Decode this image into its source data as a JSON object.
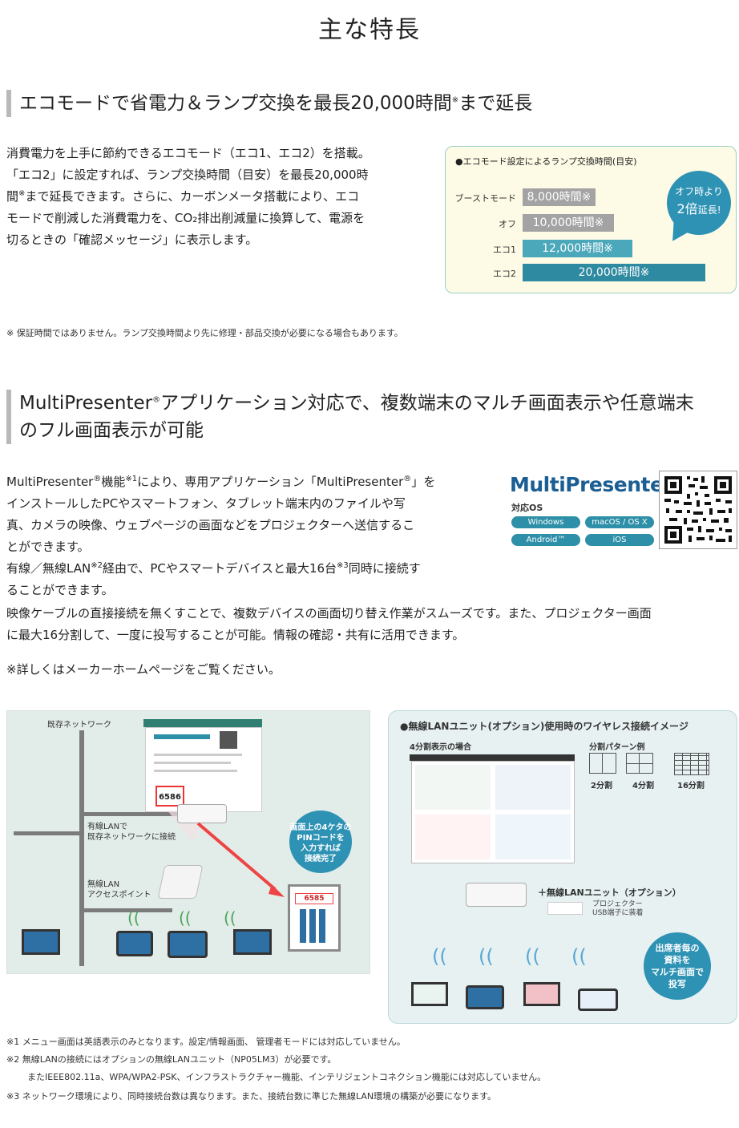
{
  "page_title": "主な特長",
  "section1": {
    "heading": "エコモードで省電力＆ランプ交換を最長20,000時間",
    "heading_mark": "※",
    "heading_tail": "まで延長",
    "para_line1": "消費電力を上手に節約できるエコモード（エコ1、エコ2）を搭載。",
    "para_line2": "「エコ2」に設定すれば、ランプ交換時間（目安）を最長20,000時",
    "para_line3a": "間",
    "para_line3_mark": "※",
    "para_line3b": "まで延長できます。さらに、カーボンメータ搭載により、エコ",
    "para_line4": "モードで削減した消費電力を、CO₂排出削減量に換算して、電源を",
    "para_line5": "切るときの「確認メッセージ」に表示します。",
    "note": "※ 保証時間ではありません。ランプ交換時間より先に修理・部品交換が必要になる場合もあります。"
  },
  "eco_chart": {
    "title": "●エコモード設定によるランプ交換時間(目安)",
    "bubble_line1": "オフ時より",
    "bubble_line2": "2倍",
    "bubble_line3": "延長!",
    "rows": [
      {
        "label": "ブーストモード",
        "text": "8,000時間※",
        "value": 8000,
        "color": "#a3a3a3"
      },
      {
        "label": "オフ",
        "text": "10,000時間※",
        "value": 10000,
        "color": "#a3a3a3"
      },
      {
        "label": "エコ1",
        "text": "12,000時間※",
        "value": 12000,
        "color": "#4ba7ba"
      },
      {
        "label": "エコ2",
        "text": "20,000時間※",
        "value": 20000,
        "color": "#2e8aa0"
      }
    ]
  },
  "section2": {
    "heading_line1a": "MultiPresenter",
    "heading_reg": "®",
    "heading_line1b": "アプリケーション対応で、複数端末のマルチ画面表示や任意端末",
    "heading_line2": "のフル画面表示が可能",
    "p1_a": "MultiPresenter",
    "p1_reg": "®",
    "p1_b": "機能",
    "p1_mark": "※1",
    "p1_c": "により、専用アプリケーション「MultiPresenter",
    "p1_reg2": "®",
    "p1_d": "」を",
    "p1_line2": "インストールしたPCやスマートフォン、タブレット端末内のファイルや写",
    "p1_line3": "真、カメラの映像、ウェブページの画面などをプロジェクターへ送信するこ",
    "p1_line4": "とができます。",
    "p2_a": "有線／無線LAN",
    "p2_mark": "※2",
    "p2_b": "経由で、PCやスマートデバイスと最大16台",
    "p2_mark2": "※3",
    "p2_c": "同時に接続す",
    "p2_line2": "ることができます。",
    "p3_line1": "映像ケーブルの直接接続を無くすことで、複数デバイスの画面切り替え作業がスムーズです。また、プロジェクター画面",
    "p3_line2": "に最大16分割して、一度に投写することが可能。情報の確認・共有に活用できます。",
    "p4": "※詳しくはメーカーホームページをご覧ください。"
  },
  "mp_logo": {
    "text": "MultiPresenter",
    "os_label": "対応OS",
    "os": [
      "Windows",
      "macOS / OS X",
      "Android™",
      "iOS"
    ]
  },
  "diagram_left": {
    "network": "既存ネットワーク",
    "wired_line1": "有線LANで",
    "wired_line2": "既存ネットワークに接続",
    "ap_line1": "無線LAN",
    "ap_line2": "アクセスポイント",
    "pin_screen": "6586",
    "pin_device": "6585",
    "circle_line1": "画面上の4ケタの",
    "circle_line2": "PINコードを",
    "circle_line3": "入力すれば",
    "circle_line4": "接続完了"
  },
  "diagram_right": {
    "title": "●無線LANユニット(オプション)使用時のワイヤレス接続イメージ",
    "quad_label": "4分割表示の場合",
    "pattern_label": "分割パターン例",
    "patterns": [
      "2分割",
      "4分割",
      "16分割"
    ],
    "unit_label": "＋無線LANユニット（オプション）",
    "unit_sub1": "プロジェクター",
    "unit_sub2": "USB端子に装着",
    "circle_line1": "出席者毎の",
    "circle_line2": "資料を",
    "circle_line3": "マルチ画面で",
    "circle_line4": "投写"
  },
  "footnotes": {
    "n1": "※1 メニュー画面は英語表示のみとなります。設定/情報画面、 管理者モードには対応していません。",
    "n2a": "※2 無線LANの接続にはオプションの無線LANユニット（NP05LM3）が必要です。",
    "n2b": "またIEEE802.11a、WPA/WPA2-PSK、インフラストラクチャー機能、インテリジェントコネクション機能には対応していません。",
    "n3": "※3 ネットワーク環境により、同時接続台数は異なります。また、接続台数に準じた無線LAN環境の構築が必要になります。"
  }
}
